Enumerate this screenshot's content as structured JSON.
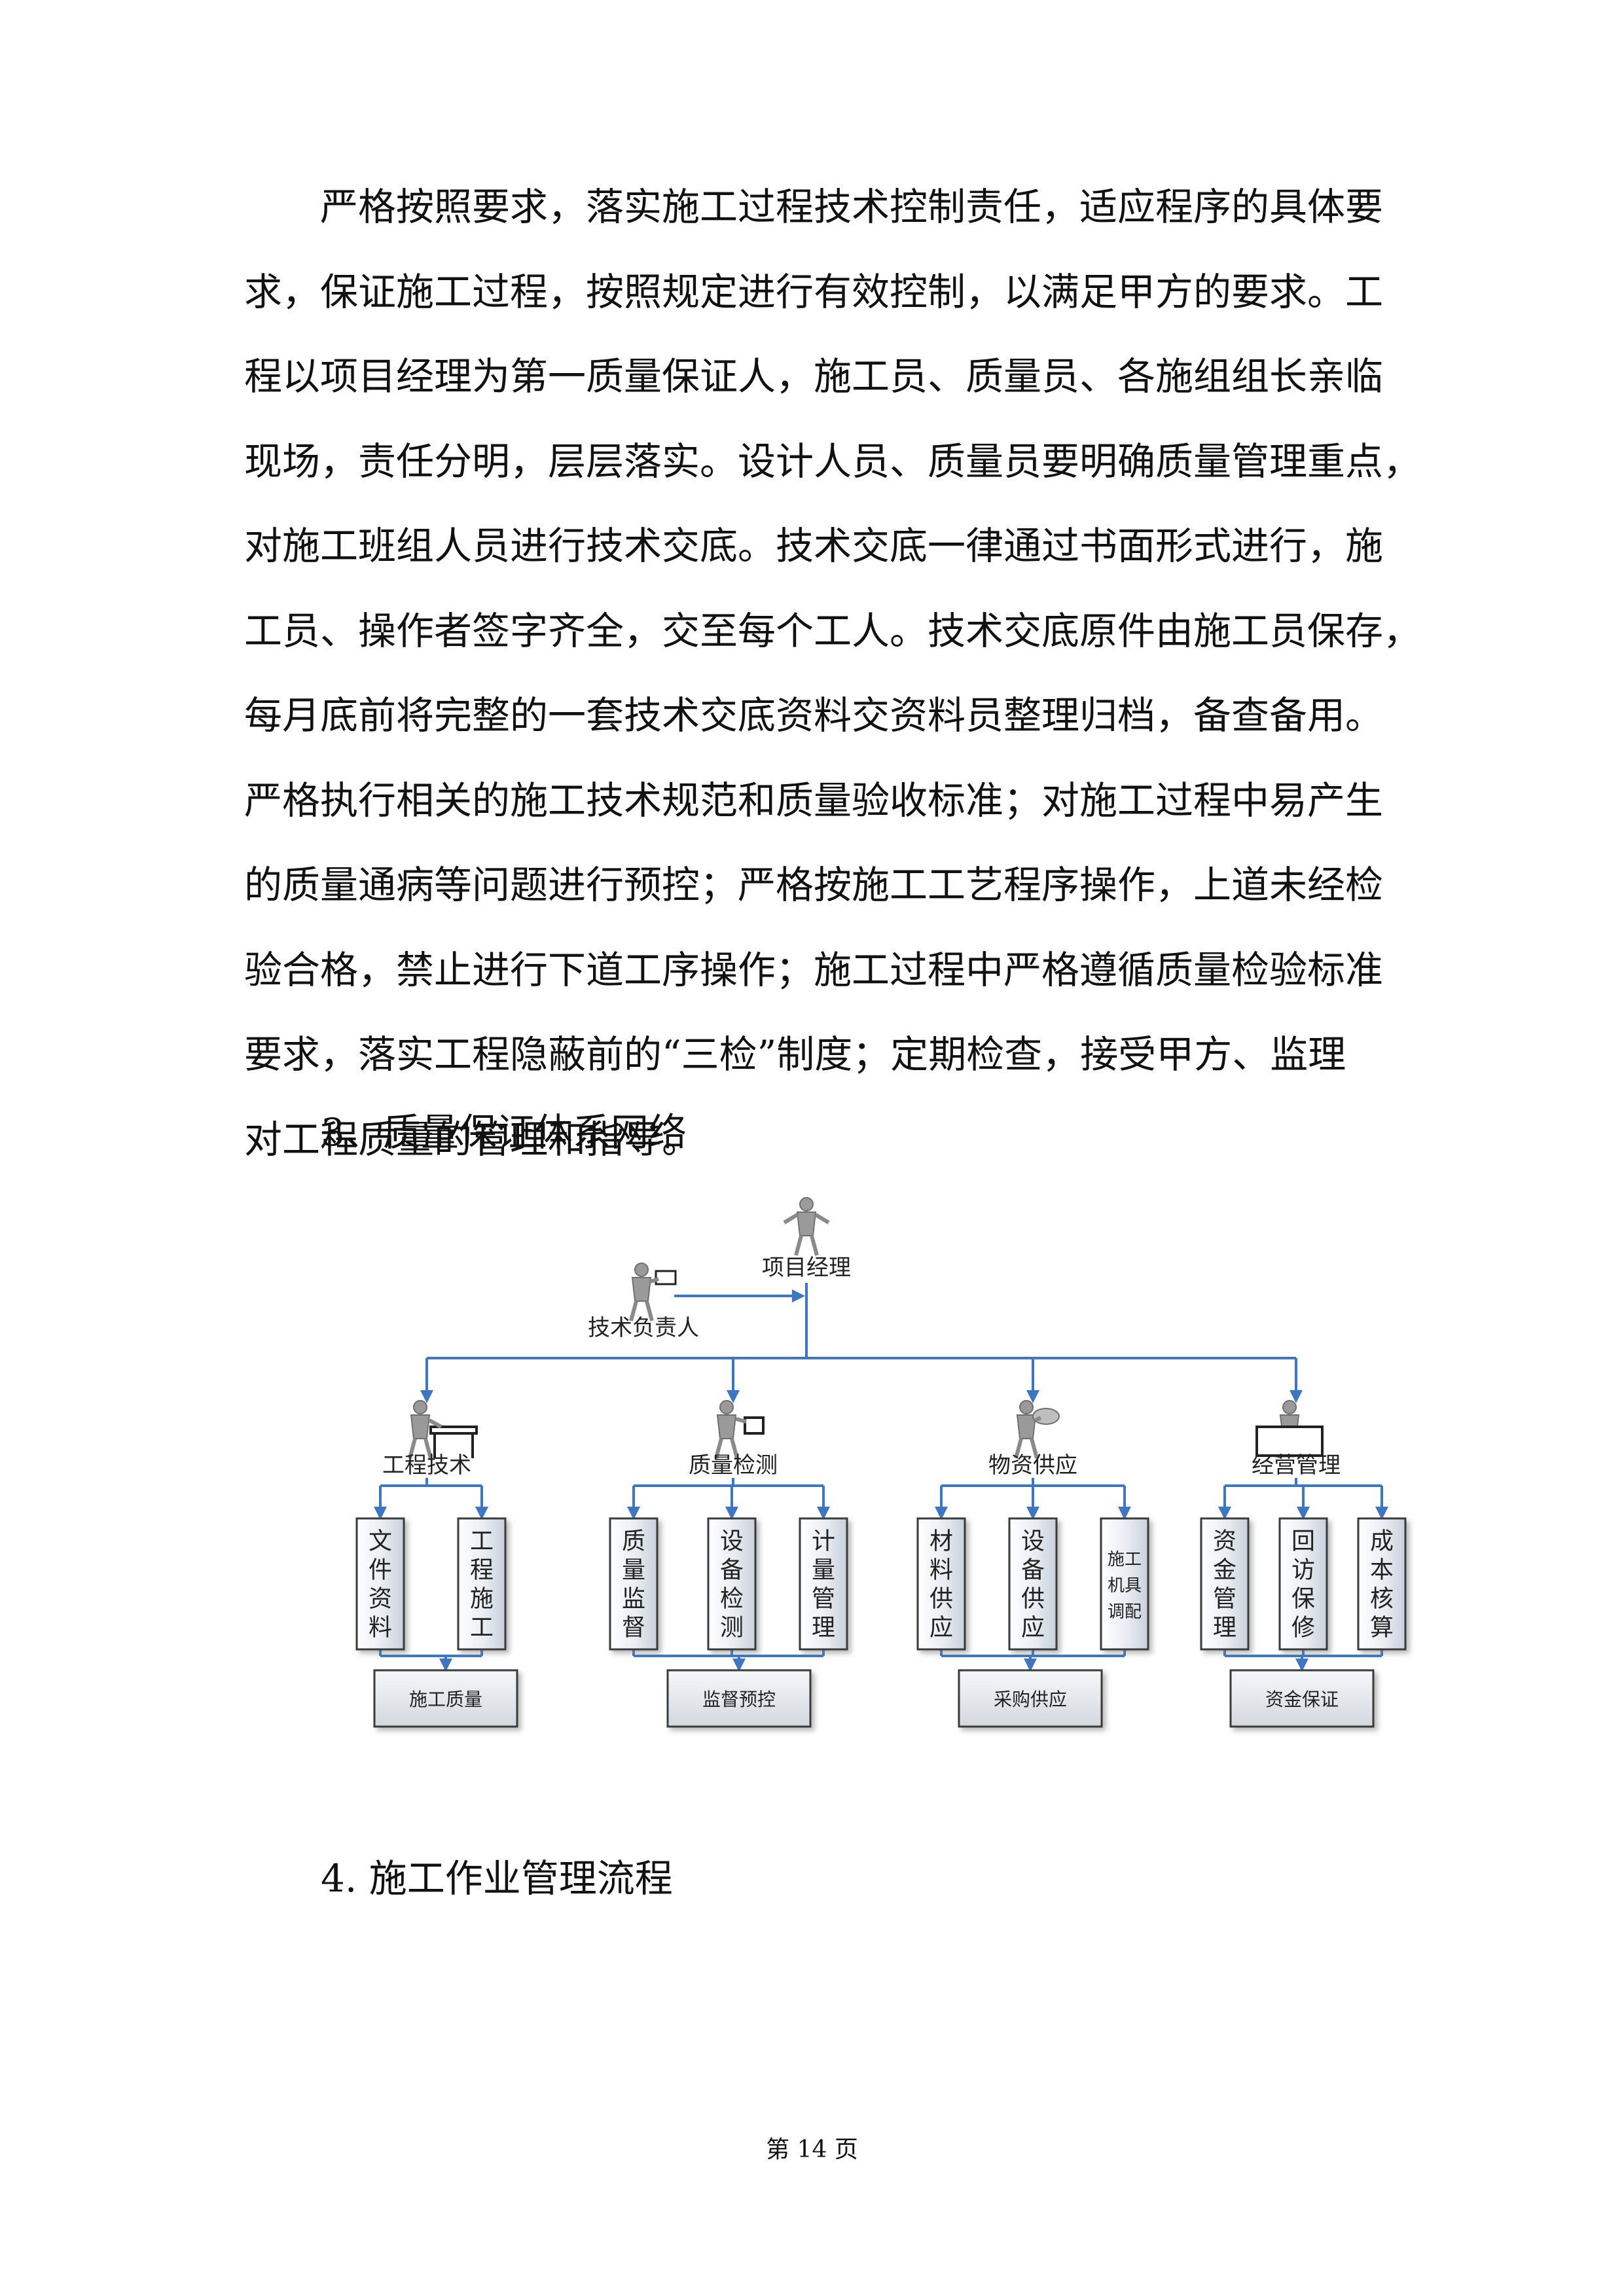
{
  "body_text": {
    "lines": [
      "严格按照要求，落实施工过程技术控制责任，适应程序的具体要",
      "求，保证施工过程，按照规定进行有效控制，以满足甲方的要求。工",
      "程以项目经理为第一质量保证人，施工员、质量员、各施组组长亲临",
      "现场，责任分明，层层落实。设计人员、质量员要明确质量管理重点，",
      "对施工班组人员进行技术交底。技术交底一律通过书面形式进行，施",
      "工员、操作者签字齐全，交至每个工人。技术交底原件由施工员保存，",
      "每月底前将完整的一套技术交底资料交资料员整理归档，备查备用。",
      "严格执行相关的施工技术规范和质量验收标准；对施工过程中易产生",
      "的质量通病等问题进行预控；严格按施工工艺程序操作，上道未经检",
      "验合格，禁止进行下道工序操作；施工过程中严格遵循质量检验标准",
      "要求，落实工程隐蔽前的“三检”制度；定期检查，接受甲方、监理",
      "对工程质量的管理和指导。"
    ]
  },
  "section3_title": "3、质量保证体系网络",
  "section4_title": "4. 施工作业管理流程",
  "footer": {
    "page_label": "第 14 页"
  },
  "org_chart": {
    "top": {
      "label": "项目经理",
      "icon": "person-standing-icon"
    },
    "side": {
      "label": "技术负责人",
      "icon": "person-with-document-icon"
    },
    "line_color": "#3d77c4",
    "box_border_color": "#3a3a3a",
    "groups": [
      {
        "label": "工程技术",
        "icon": "person-at-desk-icon",
        "items": [
          [
            "文",
            "件",
            "资",
            "料"
          ],
          [
            "工",
            "程",
            "施",
            "工"
          ]
        ],
        "result": "施工质量"
      },
      {
        "label": "质量检测",
        "icon": "person-inspecting-icon",
        "items": [
          [
            "质",
            "量",
            "监",
            "督"
          ],
          [
            "设",
            "备",
            "检",
            "测"
          ],
          [
            "计",
            "量",
            "管",
            "理"
          ]
        ],
        "result": "监督预控"
      },
      {
        "label": "物资供应",
        "icon": "person-carrying-goods-icon",
        "items": [
          [
            "材",
            "料",
            "供",
            "应"
          ],
          [
            "设",
            "备",
            "供",
            "应"
          ],
          [
            "施工",
            "机具",
            "调配"
          ]
        ],
        "result": "采购供应"
      },
      {
        "label": "经营管理",
        "icon": "person-behind-counter-icon",
        "items": [
          [
            "资",
            "金",
            "管",
            "理"
          ],
          [
            "回",
            "访",
            "保",
            "修"
          ],
          [
            "成",
            "本",
            "核",
            "算"
          ]
        ],
        "result": "资金保证"
      }
    ]
  }
}
